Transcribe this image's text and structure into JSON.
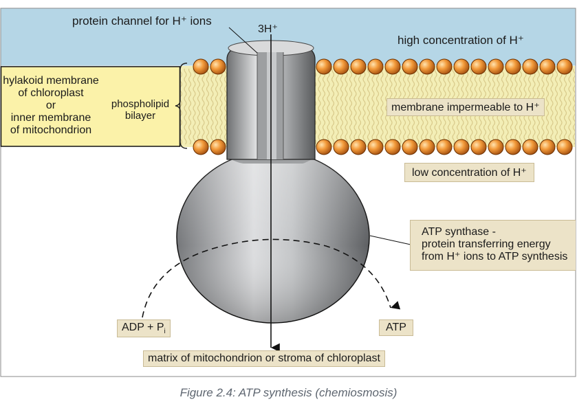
{
  "labels": {
    "channel_title": "protein channel for H⁺ ions",
    "three_h": "3H⁺",
    "high_conc": "high concentration of H⁺",
    "membrane_lines": [
      "hylakoid membrane",
      "of chloroplast",
      "or",
      "inner membrane",
      "of mitochondrion"
    ],
    "phospholipid_lines": [
      "phospholipid",
      "bilayer"
    ],
    "impermeable": "membrane impermeable to H⁺",
    "low_conc": "low concentration of H⁺",
    "synthase_lines": [
      "ATP synthase -",
      "protein transferring energy",
      "from H⁺ ions to ATP synthesis"
    ],
    "adp": "ADP + P",
    "adp_sub": "i",
    "atp": "ATP",
    "matrix": "matrix of mitochondrion or stroma of chloroplast"
  },
  "caption": "Figure 2.4: ATP synthesis (chemiosmosis)",
  "colors": {
    "intermembrane_space": "#b5d6e6",
    "bilayer_fill": "#f3eeb6",
    "membrane_panel": "#fbf2a9",
    "lipid_head": "#f29a3a",
    "label_box": "#ece3c8",
    "protein_gray": "#a9abad"
  }
}
